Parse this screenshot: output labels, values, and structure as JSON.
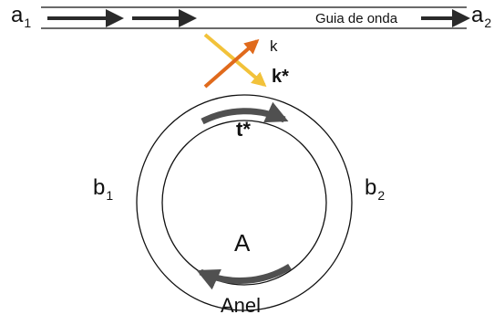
{
  "colors": {
    "line": "#111111",
    "arrow_dark": "#2a2a2a",
    "flow_arrow": "#505050",
    "coupling_k": "#e06a1c",
    "coupling_k_star": "#f2c23a"
  },
  "labels": {
    "a1": {
      "main": "a",
      "sub": "1"
    },
    "a2": {
      "main": "a",
      "sub": "2"
    },
    "b1": {
      "main": "b",
      "sub": "1"
    },
    "b2": {
      "main": "b",
      "sub": "2"
    },
    "waveguide": "Guia de onda",
    "k": "k",
    "k_star": "k*",
    "t_star": "t*",
    "A": "A",
    "ring": "Anel"
  }
}
